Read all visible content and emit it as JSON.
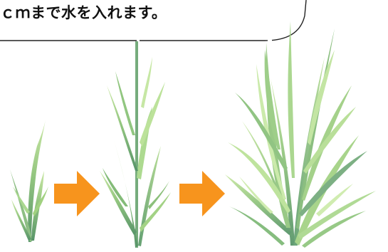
{
  "caption": "ｃｍまで水を入れます。",
  "colors": {
    "arrow": "#f7941d",
    "leaf_light": "#bfe29a",
    "leaf_mid": "#8fc47a",
    "leaf_dark": "#5f9b6a",
    "callout_line": "#222222"
  },
  "stages": [
    {
      "name": "seedling"
    },
    {
      "name": "young-plant"
    },
    {
      "name": "mature-plant"
    }
  ],
  "arrows": [
    {
      "name": "arrow-right-icon",
      "direction": "right"
    },
    {
      "name": "arrow-right-icon",
      "direction": "right"
    }
  ]
}
